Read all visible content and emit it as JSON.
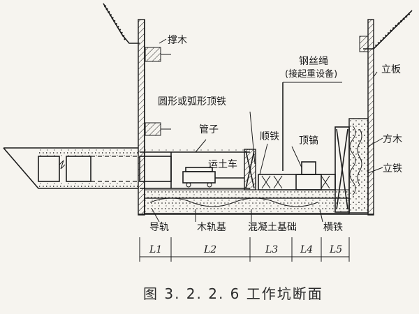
{
  "labels": {
    "cheng_mu": "撑木",
    "gang_si_sheng": "钢丝绳",
    "qi_zhong_she_bei": "(接起重设备)",
    "li_ban": "立板",
    "ding_tie": "圆形或弧形顶铁",
    "guan_zi": "管子",
    "shun_tie": "顺铁",
    "ding_huo": "顶镐",
    "fang_mu": "方木",
    "yun_tu_che": "运土车",
    "li_tie": "立铁",
    "dao_gui": "导轨",
    "mu_gui_ji": "木轨基",
    "hun_ning_tu_ji_chu": "混凝土基础",
    "heng_tie": "横铁"
  },
  "dimensions": [
    "L1",
    "L2",
    "L3",
    "L4",
    "L5"
  ],
  "caption": "图 3. 2. 2. 6   工作坑断面"
}
